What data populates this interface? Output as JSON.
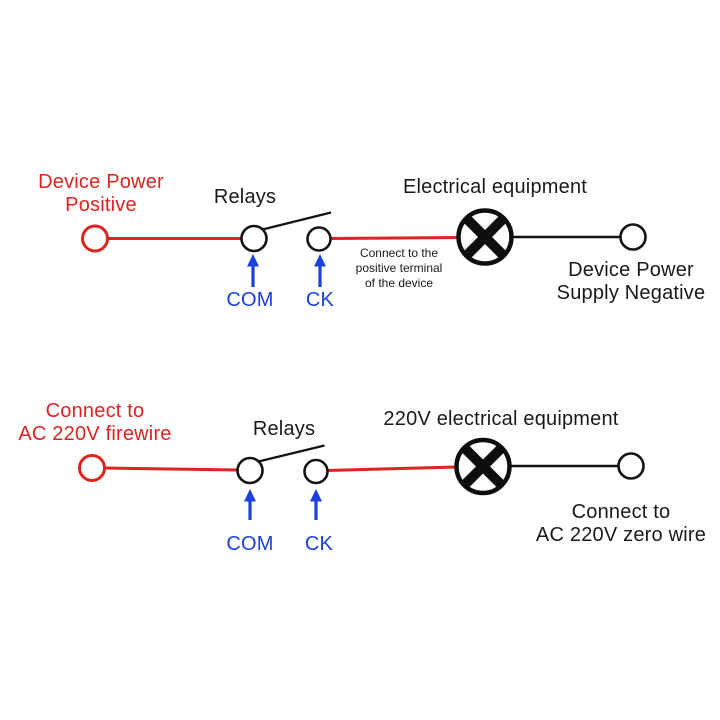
{
  "colors": {
    "wire_red": "#df2420",
    "annotation_blue": "#1c40dd",
    "ink_black": "#1a1a1a",
    "background": "#ffffff"
  },
  "icons": {
    "load_symbol": "lamp-cross-icon",
    "terminal_symbol": "open-circle-terminal-icon",
    "annotation_arrow": "up-arrow-icon"
  },
  "top_circuit": {
    "source": {
      "line1": "Device Power",
      "line2": "Positive"
    },
    "relays_label": "Relays",
    "equipment_label": "Electrical equipment",
    "com_label": "COM",
    "ck_label": "CK",
    "note": {
      "line1": "Connect to the",
      "line2": "positive terminal",
      "line3": "of the device"
    },
    "negative": {
      "line1": "Device Power",
      "line2": "Supply Negative"
    }
  },
  "bottom_circuit": {
    "source": {
      "line1": "Connect to",
      "line2": "AC 220V firewire"
    },
    "relays_label": "Relays",
    "equipment_label": "220V electrical equipment",
    "com_label": "COM",
    "ck_label": "CK",
    "zero": {
      "line1": "Connect to",
      "line2": "AC 220V zero wire"
    }
  }
}
